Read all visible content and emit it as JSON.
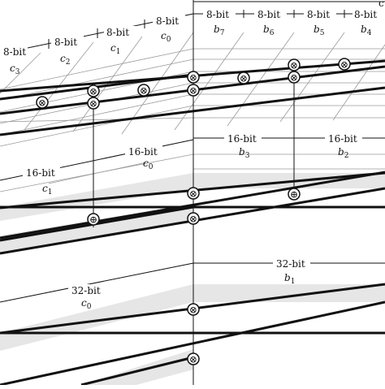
{
  "figure": {
    "corner_label": "c",
    "layers": [
      {
        "name": "8-bit layer",
        "bit_label": "8-bit",
        "b_segments": [
          {
            "sym": "b",
            "sub": "7"
          },
          {
            "sym": "b",
            "sub": "6"
          },
          {
            "sym": "b",
            "sub": "5"
          },
          {
            "sym": "b",
            "sub": "4"
          }
        ],
        "c_segments": [
          {
            "sym": "c",
            "sub": "3"
          },
          {
            "sym": "c",
            "sub": "2"
          },
          {
            "sym": "c",
            "sub": "1"
          },
          {
            "sym": "c",
            "sub": "0"
          }
        ]
      },
      {
        "name": "16-bit layer",
        "bit_label": "16-bit",
        "b_segments": [
          {
            "sym": "b",
            "sub": "3"
          },
          {
            "sym": "b",
            "sub": "2"
          }
        ],
        "c_segments": [
          {
            "sym": "c",
            "sub": "1"
          },
          {
            "sym": "c",
            "sub": "0"
          }
        ]
      },
      {
        "name": "32-bit layer",
        "bit_label": "32-bit",
        "b_segments": [
          {
            "sym": "b",
            "sub": "1"
          }
        ],
        "c_segments": [
          {
            "sym": "c",
            "sub": "0"
          }
        ]
      }
    ],
    "multiply_symbol": "⊗",
    "add_symbol": "⊕",
    "colors": {
      "line": "#111111",
      "grid": "#9a9a9a",
      "shade": "#e6e6e6",
      "background": "#ffffff"
    }
  }
}
